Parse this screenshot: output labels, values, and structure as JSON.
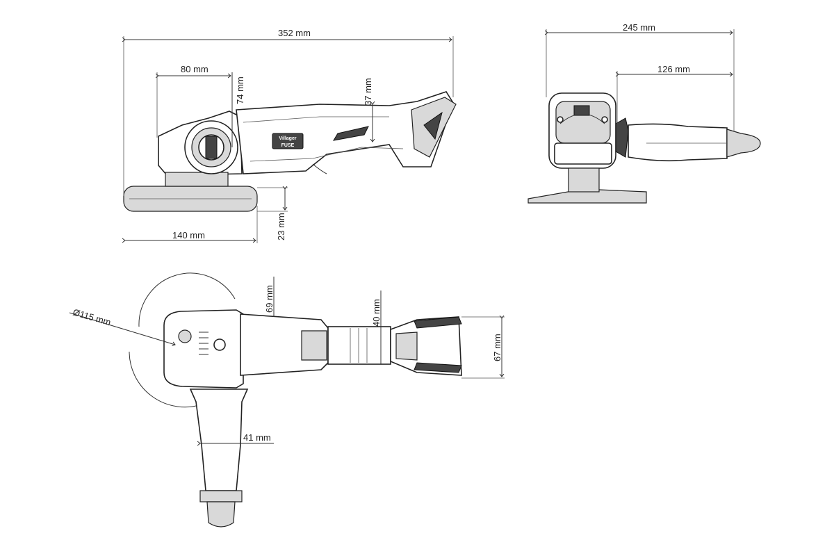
{
  "brand": {
    "name": "Villager",
    "line": "FUSE"
  },
  "side_view": {
    "length": "352 mm",
    "front_to_handle": "80 mm",
    "spindle_height": "74 mm",
    "handle_height": "37 mm",
    "disc_radius": "140 mm",
    "disc_height": "23 mm"
  },
  "front_view": {
    "width_with_handle": "245 mm",
    "handle_length": "126 mm"
  },
  "top_view": {
    "disc_diameter": "Ø115 mm",
    "head_width": "69 mm",
    "grip_width": "40 mm",
    "battery_width": "67 mm",
    "handle_grip": "41 mm"
  }
}
